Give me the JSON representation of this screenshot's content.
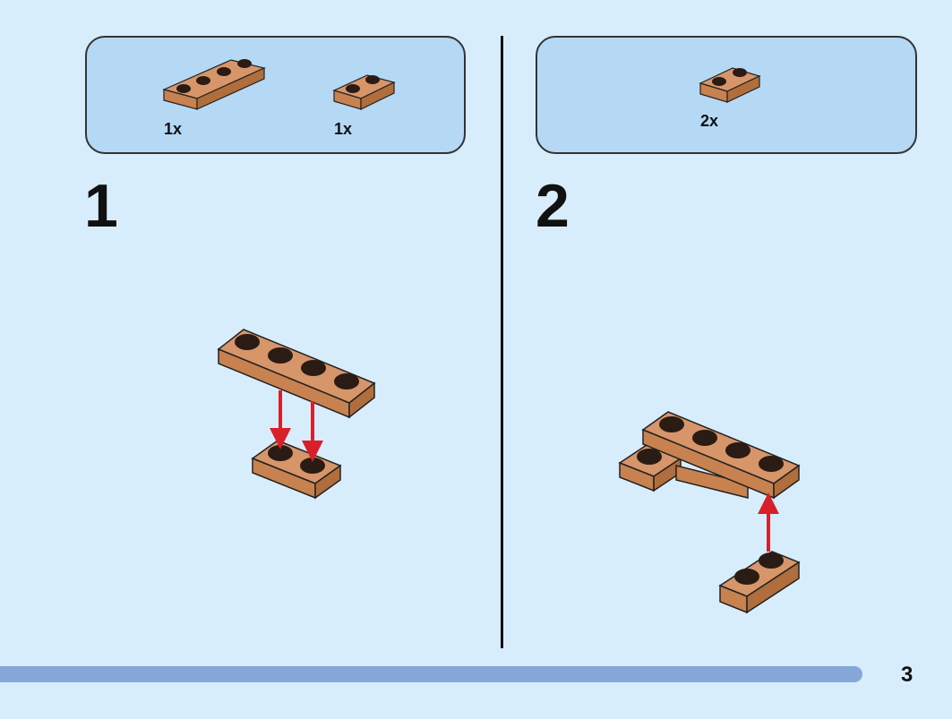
{
  "colors": {
    "background": "#d8edfc",
    "parts_box": "#b5d8f5",
    "brick_top": "#d7956a",
    "brick_front": "#c8824f",
    "brick_side": "#b06e3c",
    "stud": "#2a1c14",
    "arrow": "#d8202a",
    "page_bar": "#86a8d9"
  },
  "steps": [
    {
      "number": "1",
      "parts": [
        {
          "icon": "plate-1x4-icon",
          "qty": "1x"
        },
        {
          "icon": "plate-1x2-icon",
          "qty": "1x"
        }
      ]
    },
    {
      "number": "2",
      "parts": [
        {
          "icon": "plate-1x2-icon",
          "qty": "2x"
        }
      ]
    }
  ],
  "page_number": "3"
}
